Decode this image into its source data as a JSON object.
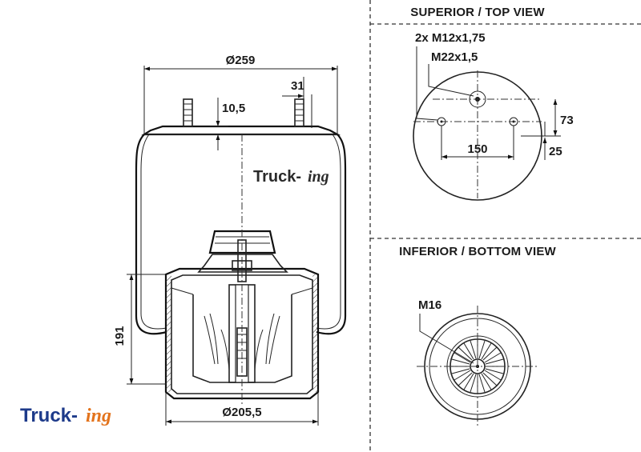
{
  "views": {
    "top_title": "SUPERIOR / TOP VIEW",
    "bottom_title": "INFERIOR / BOTTOM VIEW"
  },
  "side_view": {
    "top_diameter": "Ø259",
    "stud_offset": "31",
    "plate_thickness": "10,5",
    "height": "191",
    "bottom_diameter": "Ø205,5"
  },
  "top_view": {
    "stud_thread": "2x M12x1,75",
    "center_thread": "M22x1,5",
    "stud_spacing": "150",
    "offset_a": "73",
    "offset_b": "25"
  },
  "bottom_view": {
    "thread": "M16"
  },
  "brand": {
    "part1": "Truck-",
    "part2": "ing"
  },
  "colors": {
    "brand_blue": "#1d3a8a",
    "brand_orange": "#e3731c",
    "line": "#222222"
  }
}
